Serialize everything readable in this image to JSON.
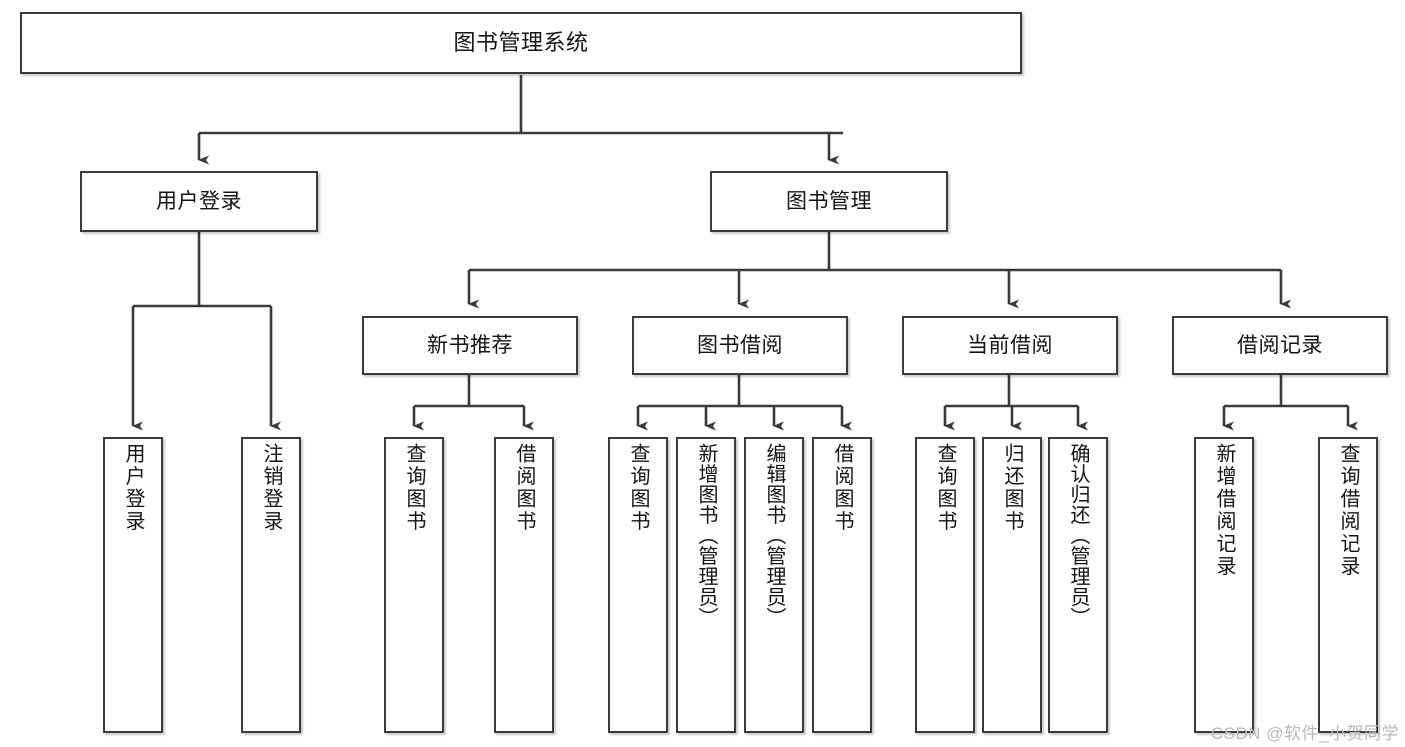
{
  "diagram": {
    "title": "图书管理系统",
    "type": "hierarchy-tree",
    "colors": {
      "box_border": "#3a3a3a",
      "box_fill": "#ffffff",
      "edge": "#3a3a3a",
      "text": "#141414",
      "watermark": "#b9b9b9",
      "background": "#ffffff"
    },
    "watermark": "CSDN @软件_小贺同学"
  },
  "nodes": {
    "root": {
      "label": "图书管理系统"
    },
    "level1": [
      {
        "label": "用户登录"
      },
      {
        "label": "图书管理"
      }
    ],
    "level2": [
      {
        "label": "新书推荐"
      },
      {
        "label": "图书借阅"
      },
      {
        "label": "当前借阅"
      },
      {
        "label": "借阅记录"
      }
    ],
    "leaves": {
      "user_login": [
        {
          "label": "用户登录"
        },
        {
          "label": "注销登录"
        }
      ],
      "new_book_recommend": [
        {
          "label": "查询图书"
        },
        {
          "label": "借阅图书"
        }
      ],
      "book_borrow": [
        {
          "label": "查询图书"
        },
        {
          "label": "新增图书（管理员）"
        },
        {
          "label": "编辑图书（管理员）"
        },
        {
          "label": "借阅图书"
        }
      ],
      "current_borrow": [
        {
          "label": "查询图书"
        },
        {
          "label": "归还图书"
        },
        {
          "label": "确认归还（管理员）"
        }
      ],
      "borrow_record": [
        {
          "label": "新增借阅记录"
        },
        {
          "label": "查询借阅记录"
        }
      ]
    }
  }
}
